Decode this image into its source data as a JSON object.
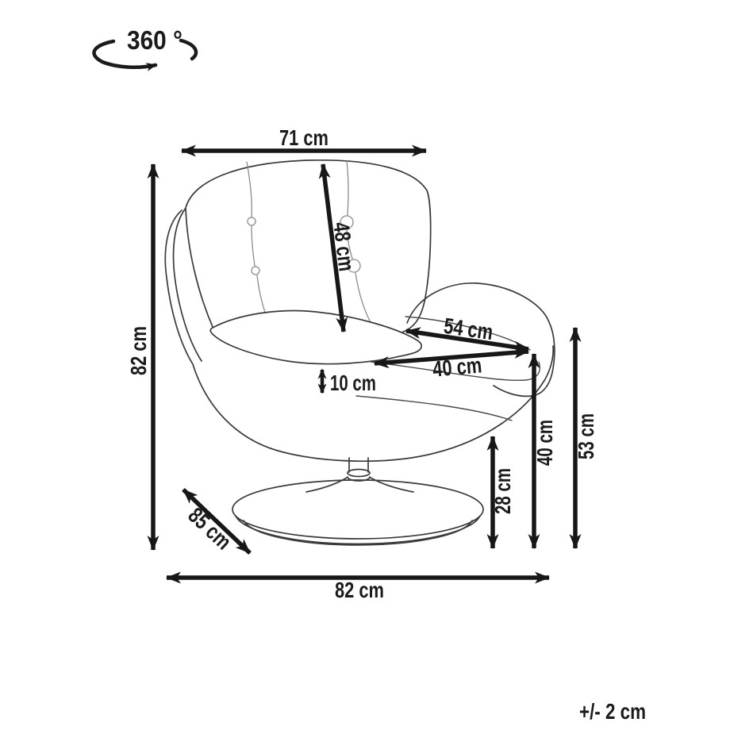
{
  "rotation_badge": {
    "label": "360 °"
  },
  "tolerance_note": "+/- 2 cm",
  "dimensions": {
    "top_width": "71 cm",
    "backrest_diagonal": "48 cm",
    "overall_height": "82 cm",
    "armrest_depth": "54 cm",
    "seat_depth": "40 cm",
    "seat_rim_thickness": "10 cm",
    "overall_depth": "85 cm",
    "overall_width": "82 cm",
    "base_height": "28 cm",
    "seat_height": "40 cm",
    "armrest_height": "53 cm"
  },
  "colors": {
    "ink": "#171717",
    "outline": "#3a3a3a",
    "seam": "#8c8c8c",
    "background": "#ffffff"
  }
}
